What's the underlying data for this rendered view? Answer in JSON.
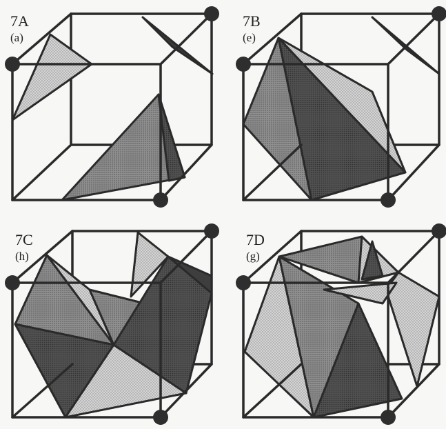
{
  "panels": [
    {
      "id": "7A",
      "case": "(a)"
    },
    {
      "id": "7B",
      "case": "(e)"
    },
    {
      "id": "7C",
      "case": "(h)"
    },
    {
      "id": "7D",
      "case": "(g)"
    }
  ],
  "colors": {
    "background": "#f7f7f5",
    "edge": "#2a2a2a",
    "shade_light": "#c9c9c9",
    "shade_mid": "#8c8c8c",
    "shade_dark": "#4a4a4a",
    "vertex": "#2e2e2e"
  }
}
